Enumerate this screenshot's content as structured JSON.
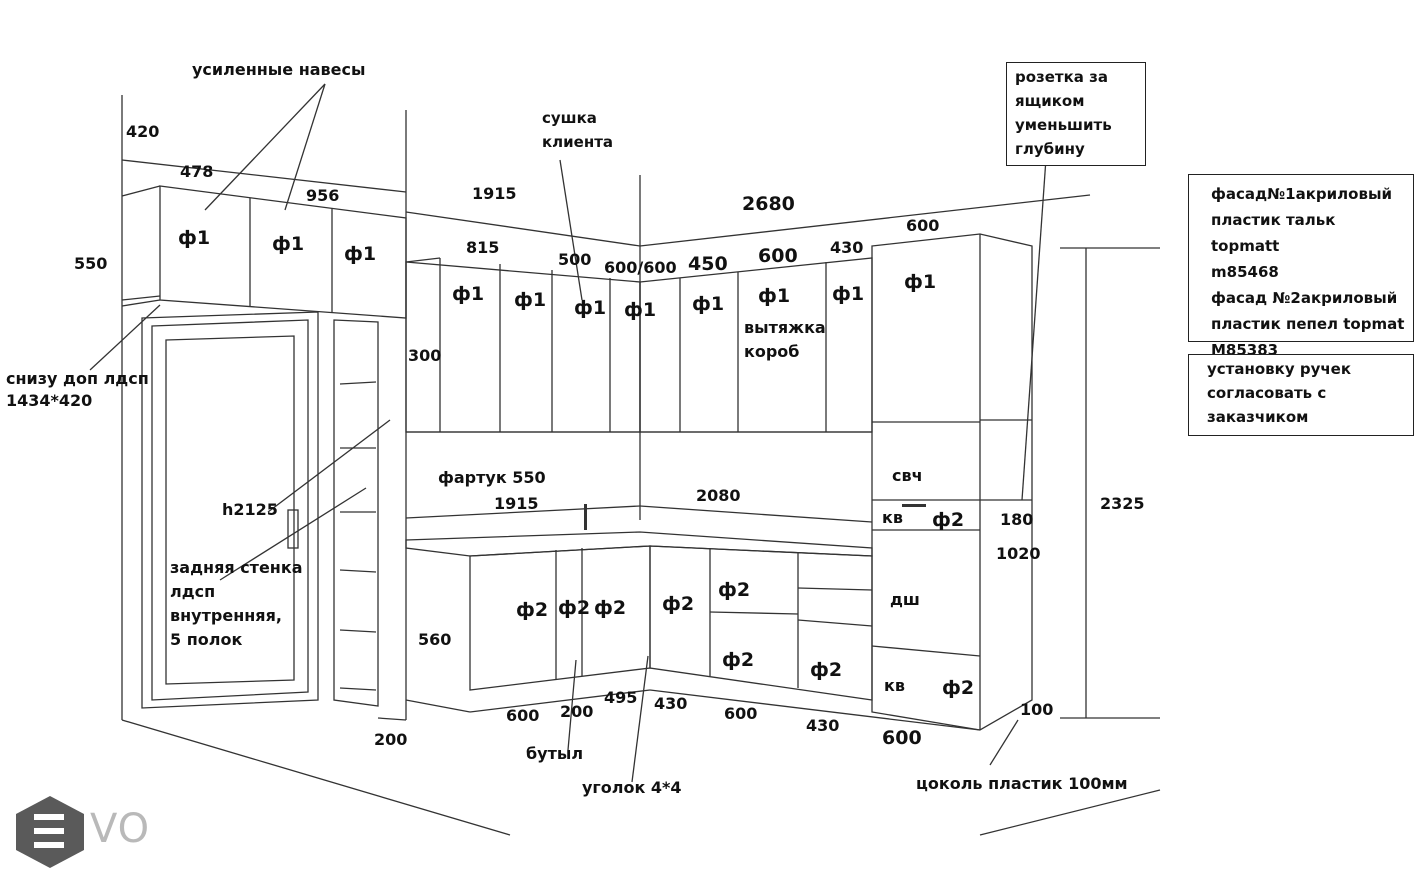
{
  "drawing": {
    "accent_color": "#111111",
    "line_color": "#333333",
    "facade_labels": {
      "f1": "ф1",
      "f2": "ф2"
    },
    "dimensions": {
      "d420": "420",
      "d478": "478",
      "d956": "956",
      "d550": "550",
      "d1915_top": "1915",
      "d815": "815",
      "d500": "500",
      "d600_600": "600/600",
      "d450": "450",
      "d600_top": "600",
      "d430_top": "430",
      "d600_col": "600",
      "d2680": "2680",
      "d300": "300",
      "d1915_mid": "1915",
      "d2080": "2080",
      "d180": "180",
      "d1020": "1020",
      "d2325": "2325",
      "d560": "560",
      "d600_b1": "600",
      "d200_b": "200",
      "d495": "495",
      "d430_b1": "430",
      "d600_b2": "600",
      "d430_b2": "430",
      "d600_b3": "600",
      "d100": "100",
      "d200_shelf": "200",
      "h2125": "h2125"
    },
    "notes": {
      "reinforced_hinges": "усиленные навесы",
      "bottom_extra": "снизу доп лдсп\n1434*420",
      "client_dryer": "сушка\nклиента",
      "hood_box": "вытяжка\nкороб",
      "apron": "фартук 550",
      "microwave": "свч",
      "kv_top": "кв",
      "kv_bottom": "кв",
      "oven": "дш",
      "bottle": "бутыл",
      "corner": "уголок 4*4",
      "plinth": "цоколь пластик 100мм",
      "back_wall": "задняя стенка\nлдсп\nвнутренняя,\n5 полок"
    },
    "info_boxes": {
      "socket": "розетка за\nящиком\nуменьшить\nглубину",
      "facades": "фасад№1акриловый\nпластик тальк topmatt\nm85468\nфасад №2акриловый\nпластик пепел topmat\nM85383",
      "handles": "установку ручек\nсогласовать с\nзаказчиком"
    },
    "logo_text": "VO"
  }
}
